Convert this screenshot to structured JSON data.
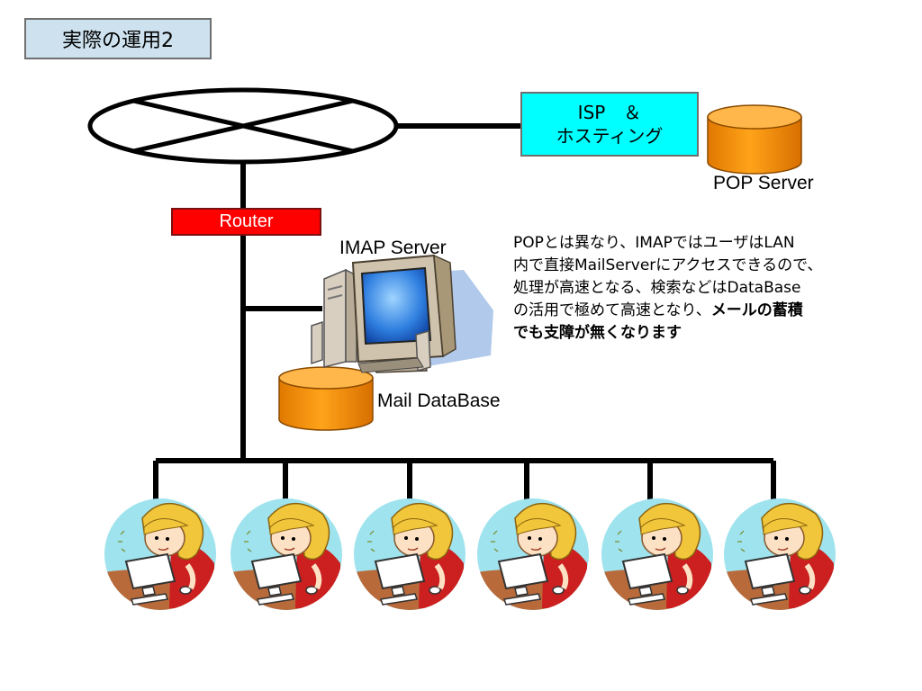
{
  "slide": {
    "title": "実際の運用2",
    "isp_box": {
      "line1": "ISP　＆",
      "line2": "ホスティング"
    },
    "router_label": "Router",
    "pop_server_label": "POP Server",
    "imap_server_label": "IMAP Server",
    "mail_database_label": "Mail DataBase",
    "description": {
      "line1": "POPとは異なり、IMAPではユーザはLAN",
      "line2": "内で直接MailServerにアクセスできるので、",
      "line3": "処理が高速となる、検索などはDataBase",
      "line4_normal": "の活用で極めて高速となり、",
      "line4_bold": "メールの蓄積",
      "line5_bold": "でも支障が無くなります"
    },
    "clients_count": 6
  },
  "colors": {
    "title_bg": "#cde2ee",
    "isp_bg": "#00ffff",
    "router_bg": "#ff0000",
    "database_orange": "#ff9900",
    "client_circle": "#9fe3ee"
  },
  "icons": {
    "network": "internet-ellipse-icon",
    "database": "database-cylinder-icon",
    "server": "desktop-computer-icon",
    "client": "user-at-computer-icon"
  }
}
